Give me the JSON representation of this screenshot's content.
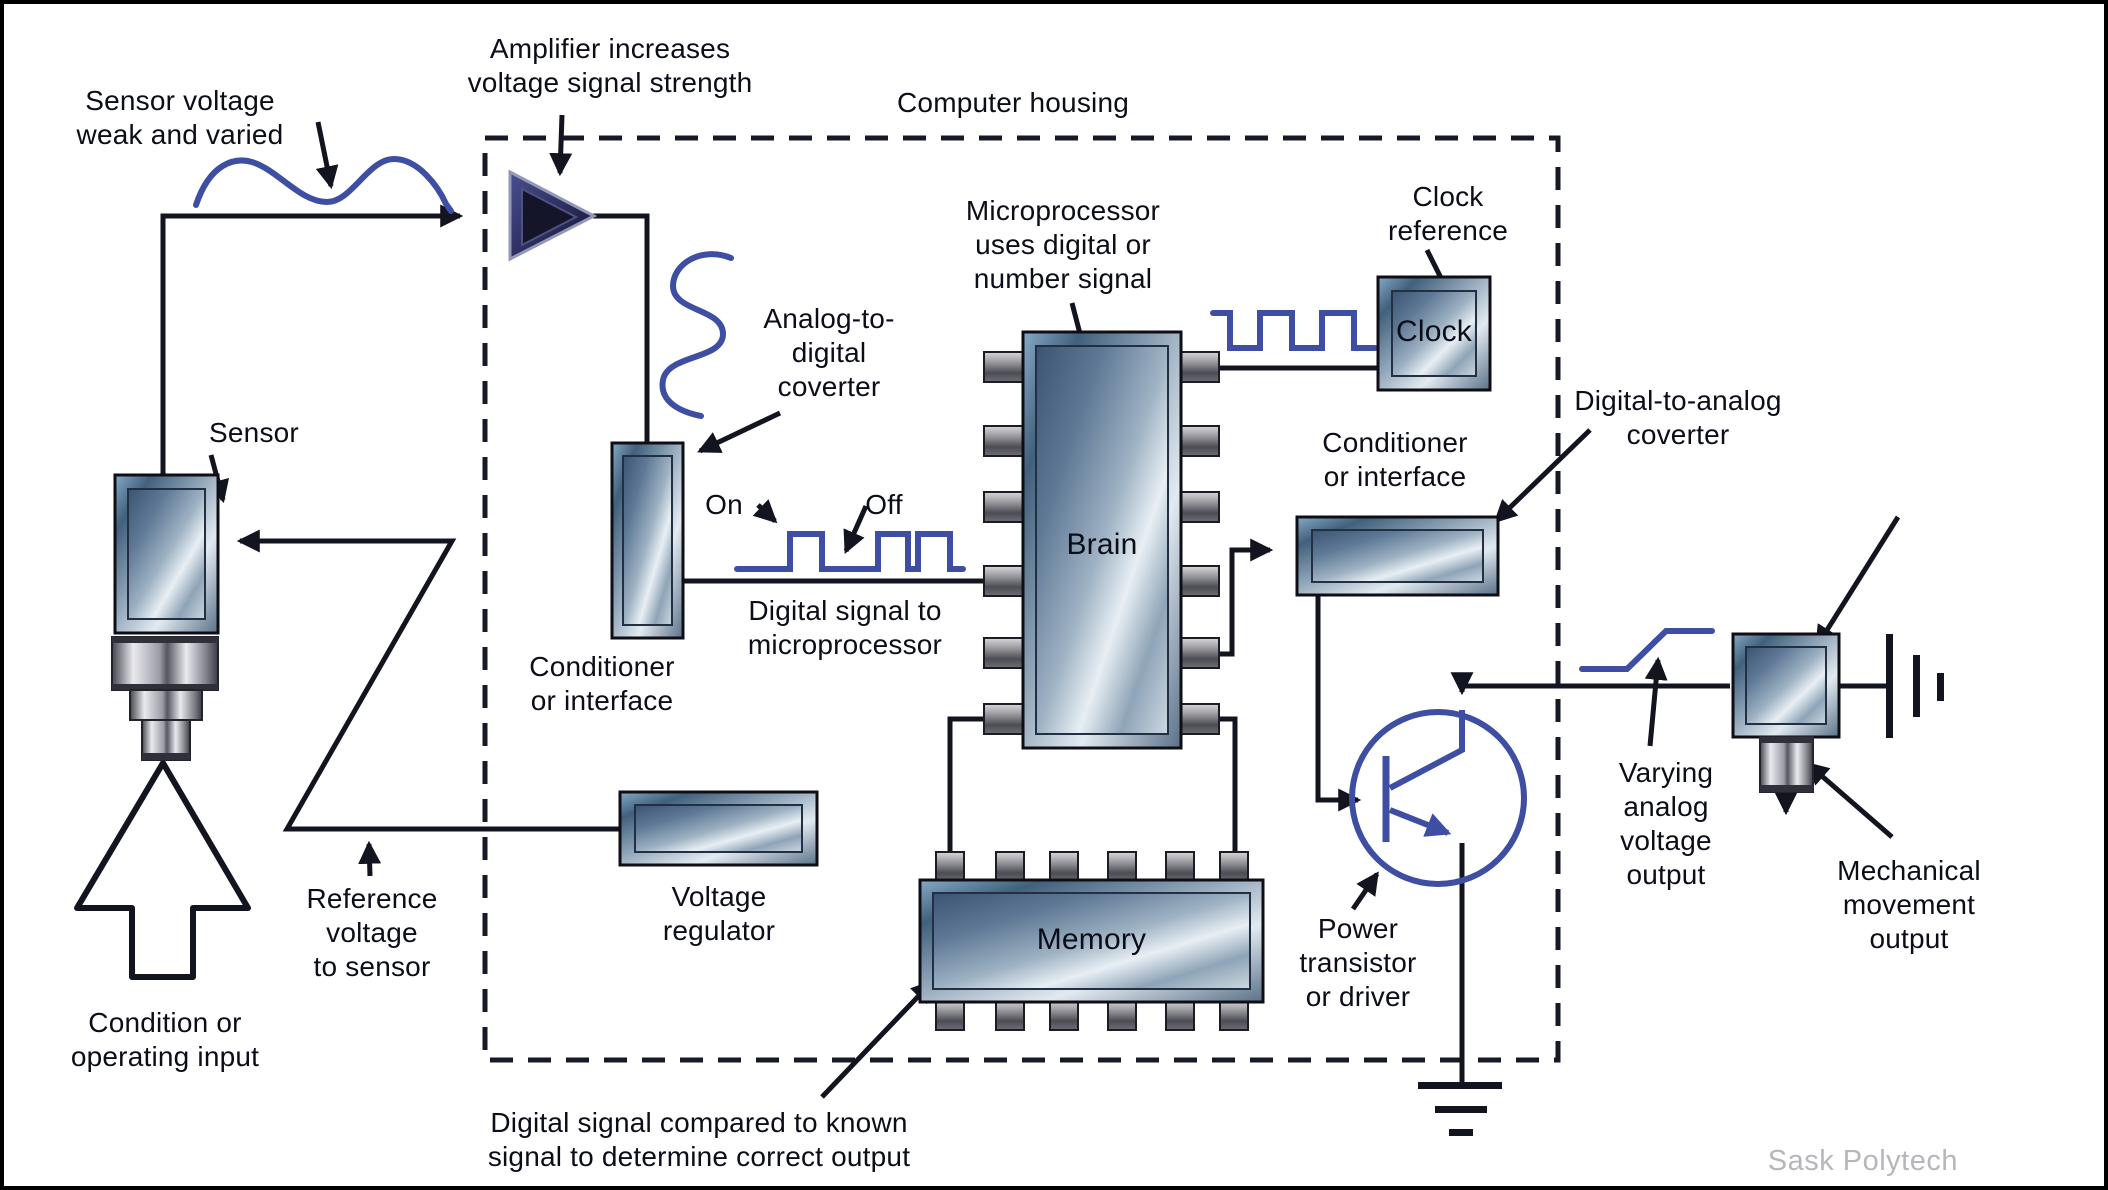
{
  "title": "Computer control system diagram",
  "colors": {
    "wire": "#12141f",
    "signal_blue": "#3e4fa3",
    "text": "#0b0d18",
    "watermark_gray": "#b6b6bb",
    "chip_dark": "#3c5473",
    "chip_light": "#e8eff4"
  },
  "annotations": {
    "sensor_voltage": "Sensor voltage\nweak and varied",
    "amplifier": "Amplifier increases\nvoltage signal strength",
    "computer_housing": "Computer housing",
    "microprocessor": "Microprocessor\nuses digital or\nnumber signal",
    "clock_reference": "Clock\nreference",
    "analog_to_digital": "Analog-to-\ndigital\ncoverter",
    "on": "On",
    "off": "Off",
    "digital_signal": "Digital signal to\nmicroprocessor",
    "conditioner_left": "Conditioner\nor interface",
    "conditioner_right": "Conditioner\nor interface",
    "digital_to_analog": "Digital-to-analog\ncoverter",
    "varying_output": "Varying\nanalog\nvoltage\noutput",
    "mechanical_output": "Mechanical\nmovement\noutput",
    "power_transistor": "Power\ntransistor\nor driver",
    "voltage_regulator": "Voltage\nregulator",
    "reference_voltage": "Reference\nvoltage\nto sensor",
    "condition_input": "Condition or\noperating input",
    "digital_compared": "Digital signal compared to known\nsignal to determine correct output",
    "sensor": "Sensor"
  },
  "components": {
    "brain": "Brain",
    "memory": "Memory",
    "clock": "Clock"
  },
  "watermark": "Sask Polytech"
}
